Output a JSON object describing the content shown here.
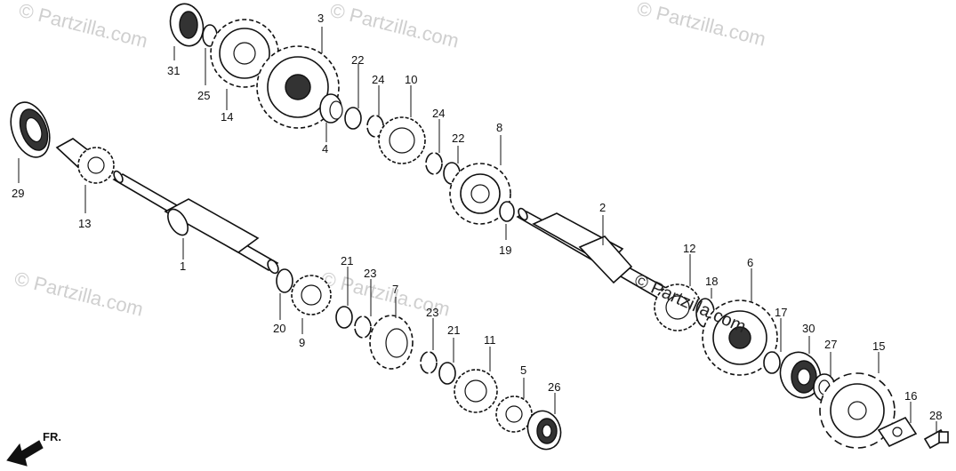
{
  "watermark": {
    "text": "© Partzilla.com",
    "overlay_text": "© Partzilla.com"
  },
  "direction_label": "FR.",
  "part_labels": [
    "1",
    "2",
    "3",
    "4",
    "5",
    "6",
    "7",
    "8",
    "9",
    "10",
    "11",
    "12",
    "13",
    "14",
    "15",
    "16",
    "17",
    "18",
    "19",
    "20",
    "21",
    "21",
    "22",
    "22",
    "23",
    "23",
    "24",
    "24",
    "25",
    "26",
    "27",
    "28",
    "29",
    "30",
    "31"
  ],
  "colors": {
    "ink": "#111111",
    "watermark": "#cfcfcf",
    "background": "#ffffff"
  }
}
